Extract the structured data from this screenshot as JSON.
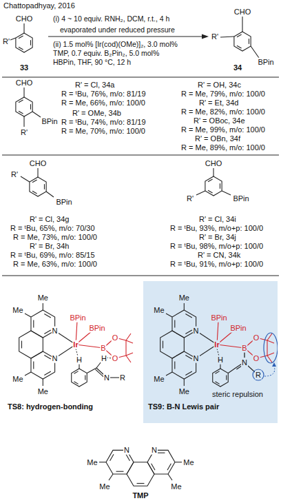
{
  "diagram": {
    "title": "Chattopadhyay, 2016",
    "nodes": [
      {
        "text": [
          "Me",
          "Me",
          "Me",
          "Me",
          "N",
          "N",
          "Ir",
          "BPin",
          "BPin",
          "B",
          "O",
          "O",
          "H",
          "N",
          "R",
          "steric repulsion",
          "TS9: B-N Lewis pair"
        ]
      }
    ],
    "labels": [
      "CHO",
      "R'",
      "33",
      "(i) 4 ~ 10 equiv. RNH₂, DCM, r.t., 4 h",
      "evaporated under reduced pressure",
      "(ii) 1.5 mol% [Ir(cod)(OMe)]₂, 3.0 mol%",
      "TMP, 0.7 equiv. B₂Pin₂, 5.0 mol%",
      "HBPin, THF, 90 °C, 12 h",
      "CHO",
      "R'",
      "BPin",
      "34",
      "CHO",
      "BPin",
      "R'",
      "R' = Cl, 34a",
      "R = ᵗBu, 76%, m/o: 81/19",
      "R = Me, 66%, m/o: 100/0",
      "R' = OMe, 34b",
      "R = ᵗBu, 74%, m/o: 81/19",
      "R = Me, 70%, m/o: 100/0",
      "R' = OH, 34c",
      "R = Me, 79%, m/o: 100/0",
      "R' = Et, 34d",
      "R = Me, 82%, m/o: 100/0",
      "R' = OBoc, 34e",
      "R = Me, 99%, m/o: 100/0",
      "R' = OBn, 34f",
      "R = Me, 89%, m/o: 100/0",
      "CHO",
      "R'",
      "BPin",
      "R' = Cl, 34g",
      "R = ᵗBu, 65%, m/o: 70/30",
      "R = Me, 73%, m/o: 100/0",
      "R' = Br, 34h",
      "R = ᵗBu, 69%, m/o: 85/15",
      "R = Me, 63%, m/o: 100/0",
      "CHO",
      "R'",
      "BPin",
      "R' = Cl, 34i",
      "R = ᵗBu, 93%, m/o+p: 100/0",
      "R' = Br, 34j",
      "R = ᵗBu, 98%, m/o+p: 100/0",
      "R' = CN, 34k",
      "R = ᵗBu, 91%, m/o+p: 100/0",
      "Me",
      "Me",
      "Me",
      "Me",
      "N",
      "N",
      "Ir",
      "BPin",
      "BPin",
      "B",
      "O",
      "O",
      "H",
      "H",
      "N",
      "R",
      "TS8: hydrogen-bonding",
      "N",
      "N",
      "Me",
      "Me",
      "Me",
      "Me",
      "TMP"
    ]
  }
}
